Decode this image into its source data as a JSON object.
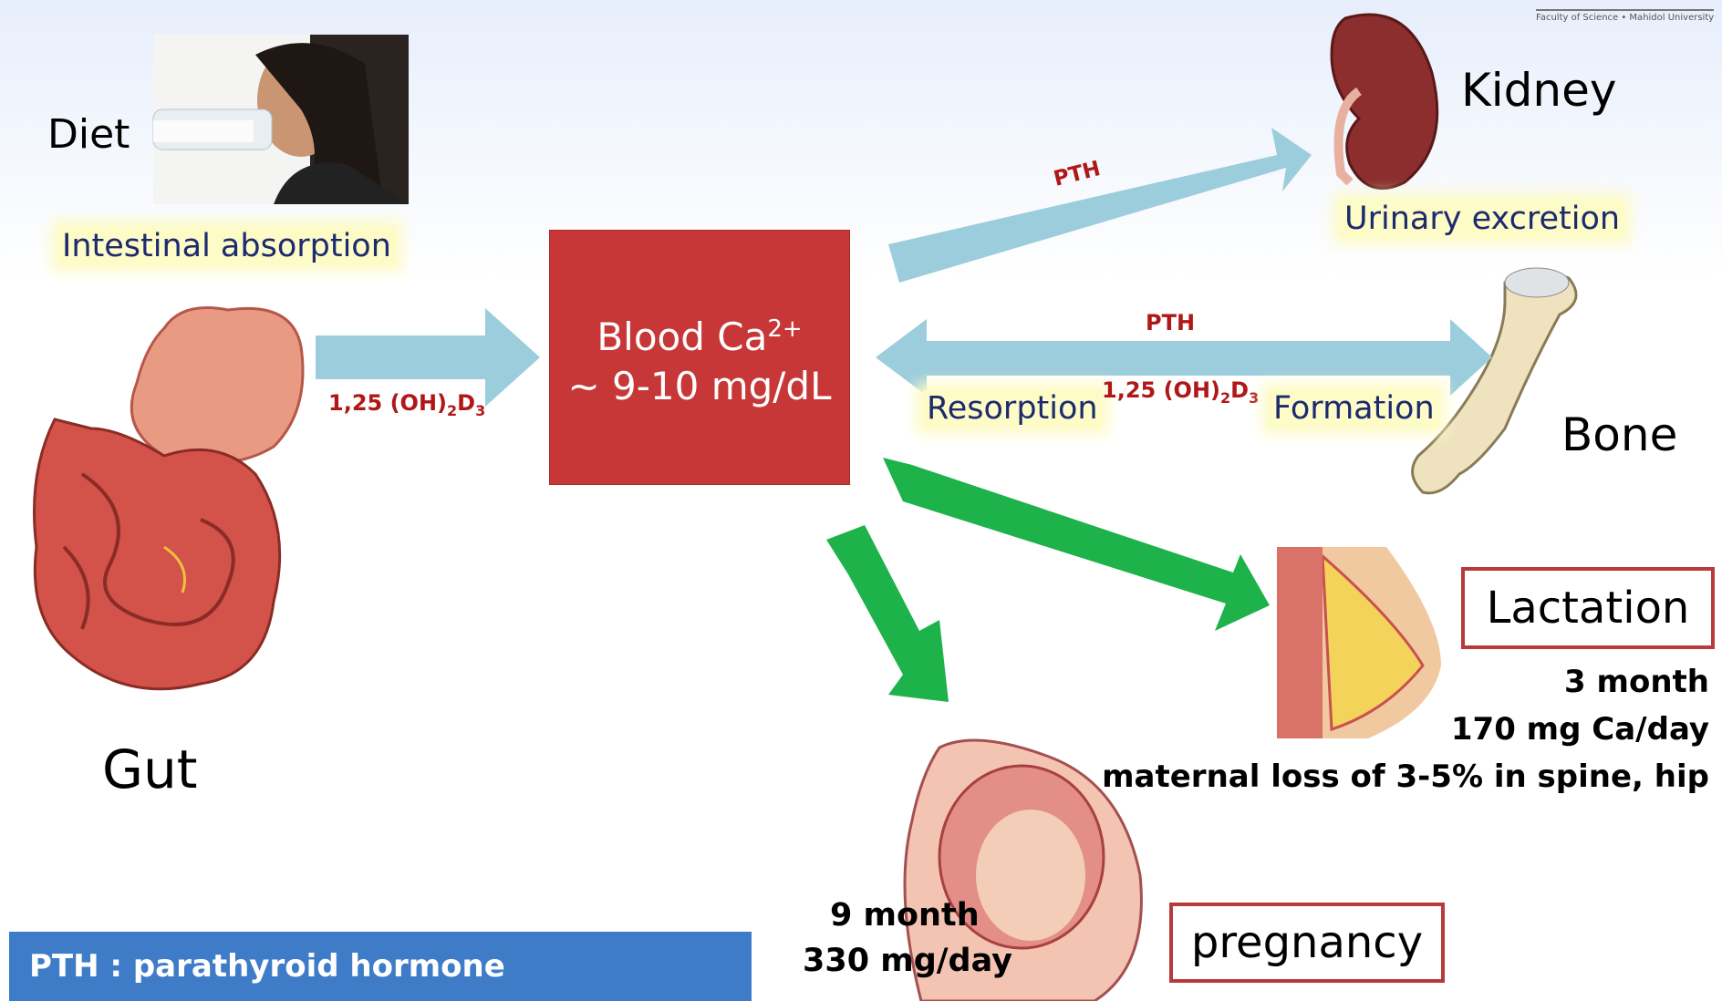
{
  "header": {
    "logo_text": "Faculty of Science • Mahidol University"
  },
  "center": {
    "line1": "Blood Ca",
    "superscript": "2+",
    "line2": "~ 9-10 mg/dL"
  },
  "diet": {
    "label": "Diet",
    "absorption": "Intestinal absorption"
  },
  "gut": {
    "label": "Gut",
    "hormone_base": "1,25 (OH)",
    "hormone_sub1": "2",
    "hormone_mid": "D",
    "hormone_sub2": "3"
  },
  "kidney": {
    "label": "Kidney",
    "excretion": "Urinary excretion",
    "hormone": "PTH"
  },
  "bone": {
    "label": "Bone",
    "resorption": "Resorption",
    "formation": "Formation",
    "hormone_top": "PTH",
    "hormone_base": "1,25 (OH)",
    "hormone_sub1": "2",
    "hormone_mid": "D",
    "hormone_sub2": "3"
  },
  "lactation": {
    "label": "Lactation",
    "line1": "3 month",
    "line2": "170 mg Ca/day",
    "line3": "maternal loss of 3-5% in spine, hip"
  },
  "pregnancy": {
    "label": "pregnancy",
    "line1": "9 month",
    "line2": "330 mg/day"
  },
  "legend": {
    "text": "PTH : parathyroid hormone"
  },
  "colors": {
    "blue_arrow": "#9ccddd",
    "green_arrow": "#1db24a",
    "center_box": "#c73737",
    "legend_bg": "#3f7cc8",
    "hormone_text": "#b01818"
  }
}
